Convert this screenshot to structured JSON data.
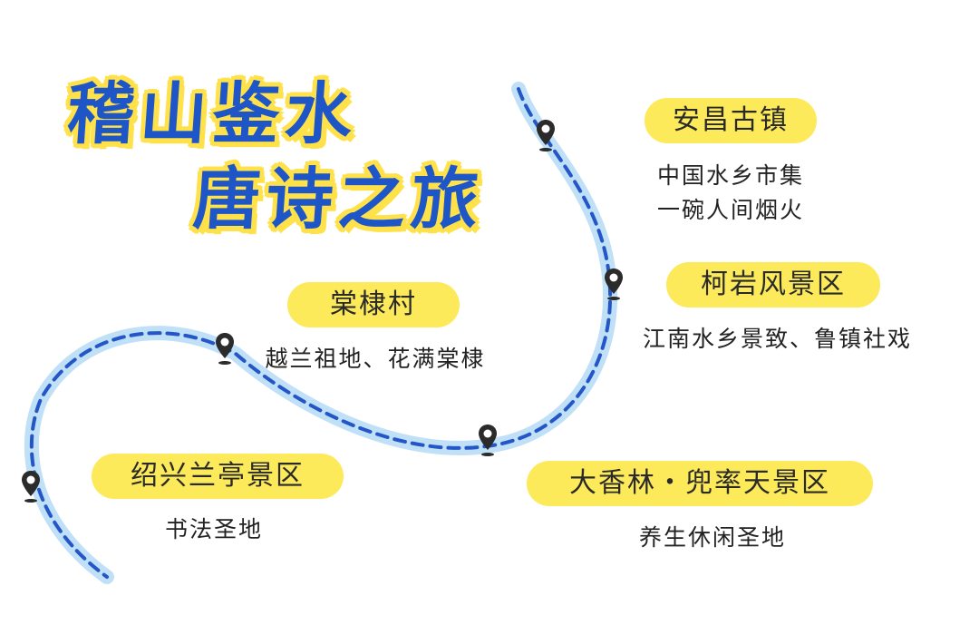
{
  "title": {
    "line1": "稽山鉴水",
    "line2": "唐诗之旅"
  },
  "colors": {
    "title_blue": "#1e56c8",
    "title_outline": "#ffe14a",
    "pill_yellow": "#fcea5a",
    "route_outer": "#bfe0f7",
    "route_dash": "#2456c8",
    "pin": "#2b2b2b"
  },
  "stops": [
    {
      "name": "安昌古镇",
      "desc_lines": [
        "中国水乡市集",
        "一碗人间烟火"
      ],
      "icon": "map-pin-icon"
    },
    {
      "name": "柯岩风景区",
      "desc_lines": [
        "江南水乡景致、鲁镇社戏"
      ],
      "icon": "map-pin-icon"
    },
    {
      "name": "棠棣村",
      "desc_lines": [
        "越兰祖地、花满棠棣"
      ],
      "icon": "map-pin-icon"
    },
    {
      "name": "大香林・兜率天景区",
      "desc_lines": [
        "养生休闲圣地"
      ],
      "icon": "map-pin-icon"
    },
    {
      "name": "绍兴兰亭景区",
      "desc_lines": [
        "书法圣地"
      ],
      "icon": "map-pin-icon"
    }
  ]
}
